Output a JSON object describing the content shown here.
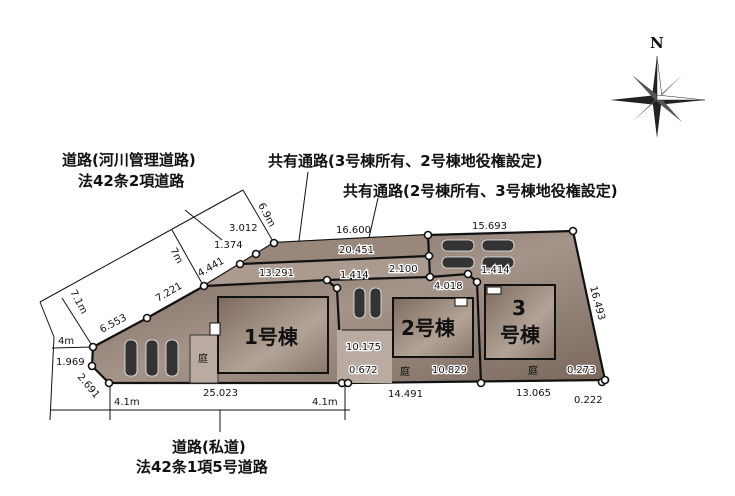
{
  "labels": {
    "river_road_line1": "道路(河川管理道路)",
    "river_road_line2": "法42条2項道路",
    "shared_road_a": "共有通路(3号棟所有、2号棟地役権設定)",
    "shared_road_b": "共有通路(2号棟所有、3号棟地役権設定)",
    "private_road_line1": "道路(私道)",
    "private_road_line2": "法42条1項5号道路",
    "compass_north": "N"
  },
  "houses": {
    "h1": "1号棟",
    "h2": "2号棟",
    "h3_num": "3",
    "h3_text": "号棟",
    "garden": "庭"
  },
  "road_widths": {
    "w69": "6.9m",
    "w7": "7m",
    "w71": "7.1m",
    "w4": "4m",
    "w41_left": "4.1m",
    "w41_right": "4.1m"
  },
  "dimensions": {
    "d3012": "3.012",
    "d1374": "1.374",
    "d4441": "4.441",
    "d7221": "7.221",
    "d6553": "6.553",
    "d1969": "1.969",
    "d2691": "2.691",
    "d25023": "25.023",
    "d13291": "13.291",
    "d16600": "16.600",
    "d20451": "20.451",
    "d15693": "15.693",
    "d1414a": "1.414",
    "d2100": "2.100",
    "d1414b": "1.414",
    "d4018": "4.018",
    "d16493": "16.493",
    "d10175": "10.175",
    "d0672": "0.672",
    "d10829": "10.829",
    "d14491": "14.491",
    "d13065": "13.065",
    "d0273": "0.273",
    "d0222": "0.222"
  },
  "colors": {
    "lot": "#8a7668",
    "lot_light": "#a8968a"
  }
}
